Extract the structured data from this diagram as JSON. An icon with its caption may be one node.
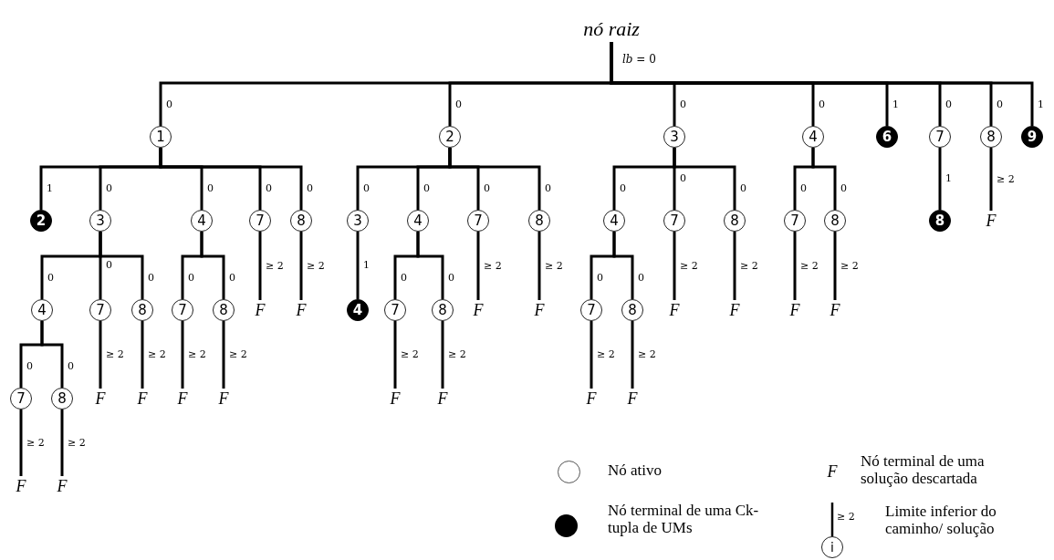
{
  "diagram": {
    "nodes": [
      {
        "text": [
          "nó raiz"
        ],
        "beside": [
          "*lb* = 0"
        ]
      },
      {
        "text": [
          "1"
        ]
      },
      {
        "text": [
          "2"
        ]
      },
      {
        "text": [
          "3"
        ]
      },
      {
        "text": [
          "4"
        ]
      },
      {
        "text": [
          "6"
        ]
      },
      {
        "text": [
          "7"
        ]
      },
      {
        "text": [
          "8"
        ]
      },
      {
        "text": [
          "9"
        ]
      },
      {
        "text": [
          "2"
        ]
      },
      {
        "text": [
          "3"
        ]
      },
      {
        "text": [
          "4"
        ]
      },
      {
        "text": [
          "7"
        ]
      },
      {
        "text": [
          "8"
        ]
      },
      {
        "text": [
          "3"
        ]
      },
      {
        "text": [
          "4"
        ]
      },
      {
        "text": [
          "7"
        ]
      },
      {
        "text": [
          "8"
        ]
      },
      {
        "text": [
          "4"
        ]
      },
      {
        "text": [
          "7"
        ]
      },
      {
        "text": [
          "8"
        ]
      },
      {
        "text": [
          "7"
        ]
      },
      {
        "text": [
          "8"
        ]
      },
      {
        "text": [
          "8"
        ]
      },
      {
        "text": [
          "F"
        ]
      },
      {
        "text": [
          "4"
        ]
      },
      {
        "text": [
          "7"
        ]
      },
      {
        "text": [
          "8"
        ]
      },
      {
        "text": [
          "7"
        ]
      },
      {
        "text": [
          "8"
        ]
      },
      {
        "text": [
          "F"
        ]
      },
      {
        "text": [
          "F"
        ]
      },
      {
        "text": [
          "4"
        ]
      },
      {
        "text": [
          "7"
        ]
      },
      {
        "text": [
          "8"
        ]
      },
      {
        "text": [
          "F"
        ]
      },
      {
        "text": [
          "F"
        ]
      },
      {
        "text": [
          "7"
        ]
      },
      {
        "text": [
          "8"
        ]
      },
      {
        "text": [
          "F"
        ]
      },
      {
        "text": [
          "F"
        ]
      },
      {
        "text": [
          "F"
        ]
      },
      {
        "text": [
          "F"
        ]
      },
      {
        "text": [
          "7"
        ]
      },
      {
        "text": [
          "8"
        ]
      },
      {
        "text": [
          "F"
        ]
      },
      {
        "text": [
          "F"
        ]
      },
      {
        "text": [
          "F"
        ]
      },
      {
        "text": [
          "F"
        ]
      },
      {
        "text": [
          "F"
        ]
      },
      {
        "text": [
          "F"
        ]
      },
      {
        "text": [
          "F"
        ]
      },
      {
        "text": [
          "F"
        ]
      },
      {
        "text": [
          "F"
        ]
      },
      {
        "text": [
          "F"
        ]
      }
    ],
    "edges": [
      {
        "from": 0,
        "to": 1,
        "arrow": "none",
        "label": "0"
      },
      {
        "from": 0,
        "to": 2,
        "arrow": "none",
        "label": "0"
      },
      {
        "from": 0,
        "to": 3,
        "arrow": "none",
        "label": "0"
      },
      {
        "from": 0,
        "to": 4,
        "arrow": "none",
        "label": "0"
      },
      {
        "from": 0,
        "to": 5,
        "arrow": "none",
        "label": "1"
      },
      {
        "from": 0,
        "to": 6,
        "arrow": "none",
        "label": "0"
      },
      {
        "from": 0,
        "to": 7,
        "arrow": "none",
        "label": "0"
      },
      {
        "from": 0,
        "to": 8,
        "arrow": "none",
        "label": "1"
      },
      {
        "from": 1,
        "to": 9,
        "arrow": "none",
        "label": "1"
      },
      {
        "from": 1,
        "to": 10,
        "arrow": "none",
        "label": "0"
      },
      {
        "from": 1,
        "to": 11,
        "arrow": "none",
        "label": "0"
      },
      {
        "from": 1,
        "to": 12,
        "arrow": "none",
        "label": "0"
      },
      {
        "from": 1,
        "to": 13,
        "arrow": "none",
        "label": "0"
      },
      {
        "from": 2,
        "to": 14,
        "arrow": "none",
        "label": "0"
      },
      {
        "from": 2,
        "to": 15,
        "arrow": "none",
        "label": "0"
      },
      {
        "from": 2,
        "to": 16,
        "arrow": "none",
        "label": "0"
      },
      {
        "from": 2,
        "to": 17,
        "arrow": "none",
        "label": "0"
      },
      {
        "from": 3,
        "to": 18,
        "arrow": "none",
        "label": "0"
      },
      {
        "from": 3,
        "to": 19,
        "arrow": "none",
        "label": "0"
      },
      {
        "from": 3,
        "to": 20,
        "arrow": "none",
        "label": "0"
      },
      {
        "from": 4,
        "to": 21,
        "arrow": "none",
        "label": "0"
      },
      {
        "from": 4,
        "to": 22,
        "arrow": "none",
        "label": "0"
      },
      {
        "from": 6,
        "to": 23,
        "arrow": "none",
        "label": "1"
      },
      {
        "from": 7,
        "to": 24,
        "arrow": "none",
        "label": "≥ 2"
      },
      {
        "from": 10,
        "to": 25,
        "arrow": "none",
        "label": "0"
      },
      {
        "from": 10,
        "to": 26,
        "arrow": "none",
        "label": "0"
      },
      {
        "from": 10,
        "to": 27,
        "arrow": "none",
        "label": "0"
      },
      {
        "from": 11,
        "to": 28,
        "arrow": "none",
        "label": "0"
      },
      {
        "from": 11,
        "to": 29,
        "arrow": "none",
        "label": "0"
      },
      {
        "from": 12,
        "to": 30,
        "arrow": "none",
        "label": "≥ 2"
      },
      {
        "from": 13,
        "to": 31,
        "arrow": "none",
        "label": "≥ 2"
      },
      {
        "from": 14,
        "to": 32,
        "arrow": "none",
        "label": "1"
      },
      {
        "from": 15,
        "to": 33,
        "arrow": "none",
        "label": "0"
      },
      {
        "from": 15,
        "to": 34,
        "arrow": "none",
        "label": "0"
      },
      {
        "from": 16,
        "to": 35,
        "arrow": "none",
        "label": "≥ 2"
      },
      {
        "from": 17,
        "to": 36,
        "arrow": "none",
        "label": "≥ 2"
      },
      {
        "from": 18,
        "to": 37,
        "arrow": "none",
        "label": "0"
      },
      {
        "from": 18,
        "to": 38,
        "arrow": "none",
        "label": "0"
      },
      {
        "from": 19,
        "to": 39,
        "arrow": "none",
        "label": "≥ 2"
      },
      {
        "from": 20,
        "to": 40,
        "arrow": "none",
        "label": "≥ 2"
      },
      {
        "from": 21,
        "to": 41,
        "arrow": "none",
        "label": "≥ 2"
      },
      {
        "from": 22,
        "to": 42,
        "arrow": "none",
        "label": "≥ 2"
      },
      {
        "from": 25,
        "to": 43,
        "arrow": "none",
        "label": "0"
      },
      {
        "from": 25,
        "to": 44,
        "arrow": "none",
        "label": "0"
      },
      {
        "from": 26,
        "to": 45,
        "arrow": "none",
        "label": "≥ 2"
      },
      {
        "from": 27,
        "to": 46,
        "arrow": "none",
        "label": "≥ 2"
      },
      {
        "from": 28,
        "to": 47,
        "arrow": "none",
        "label": "≥ 2"
      },
      {
        "from": 29,
        "to": 48,
        "arrow": "none",
        "label": "≥ 2"
      },
      {
        "from": 33,
        "to": 49,
        "arrow": "none",
        "label": "≥ 2"
      },
      {
        "from": 34,
        "to": 50,
        "arrow": "none",
        "label": "≥ 2"
      },
      {
        "from": 37,
        "to": 51,
        "arrow": "none",
        "label": "≥ 2"
      },
      {
        "from": 38,
        "to": 52,
        "arrow": "none",
        "label": "≥ 2"
      },
      {
        "from": 43,
        "to": 53,
        "arrow": "none",
        "label": "≥ 2"
      },
      {
        "from": 44,
        "to": 54,
        "arrow": "none",
        "label": "≥ 2"
      }
    ],
    "labels": [
      "F",
      "≥ 2",
      "i"
    ],
    "legend": [
      {
        "text": "Nó ativo"
      },
      {
        "text": "Nó terminal de uma Ck-tupla de UMs"
      },
      {
        "text": "Nó terminal de uma solução descartada"
      },
      {
        "text": "Limite inferior do caminho/ solução"
      }
    ]
  }
}
